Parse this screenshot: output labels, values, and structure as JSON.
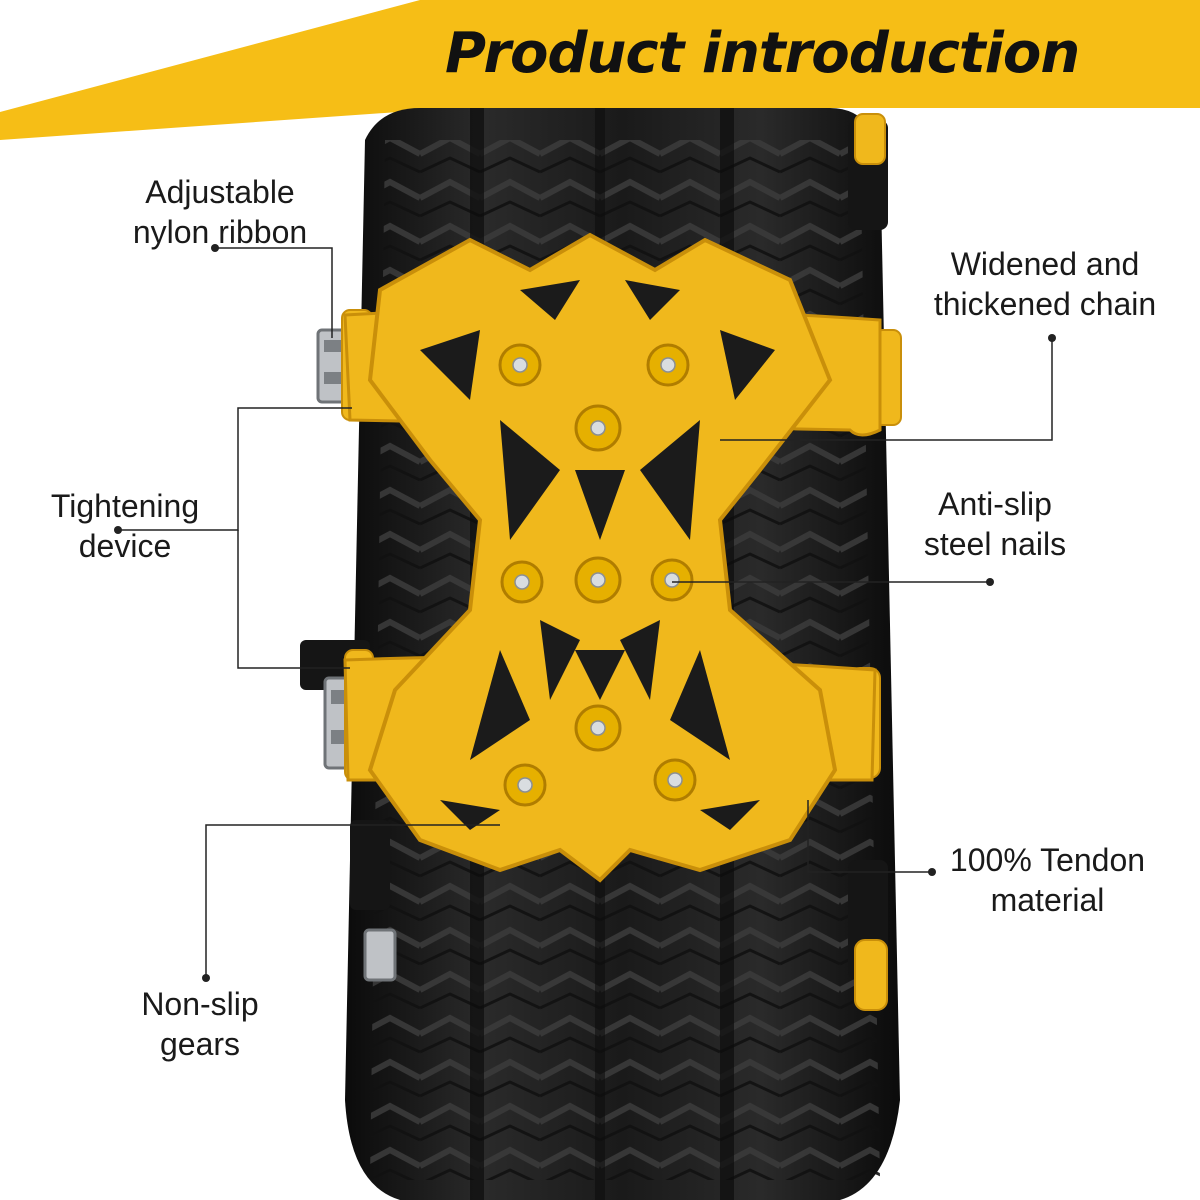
{
  "banner": {
    "title": "Product introduction"
  },
  "colors": {
    "accent": "#f6be16",
    "chain": "#f0b81c",
    "chain_dark": "#c98f0a",
    "tire": "#1c1c1c",
    "text": "#1a1a1a"
  },
  "callouts": {
    "ribbon": {
      "line1": "Adjustable",
      "line2": "nylon ribbon"
    },
    "chain": {
      "line1": "Widened and",
      "line2": "thickened chain"
    },
    "tight": {
      "line1": "Tightening",
      "line2": "device"
    },
    "nails": {
      "line1": "Anti-slip",
      "line2": "steel nails"
    },
    "tendon": {
      "line1": "100% Tendon",
      "line2": "material"
    },
    "gears": {
      "line1": "Non-slip",
      "line2": "gears"
    }
  }
}
